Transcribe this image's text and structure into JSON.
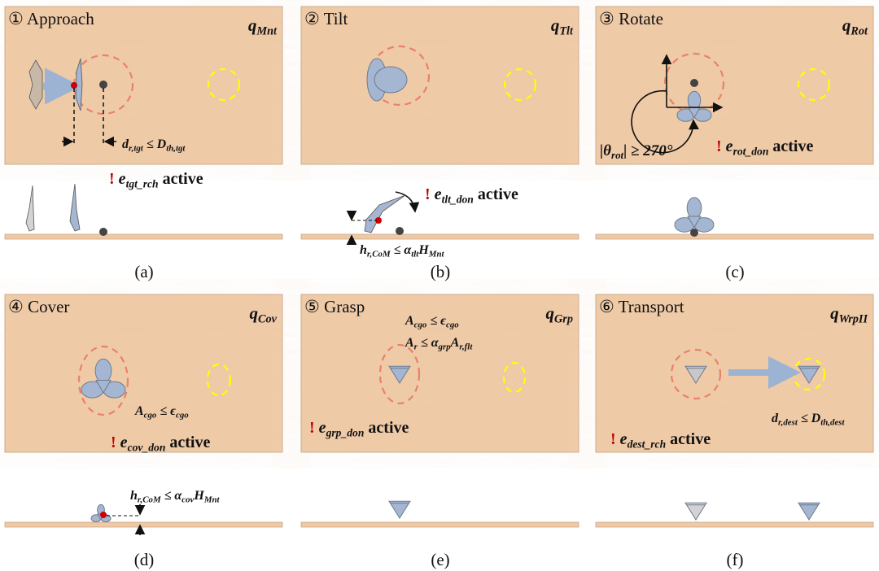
{
  "colors": {
    "wood": "#EFC9A5",
    "robot": "#A4B6D1",
    "robot_prev": "#D3D3D3",
    "target_circle": "#E8826A",
    "dest_circle": "#FFFF00",
    "alert": "#C00000"
  },
  "panels": [
    {
      "caption": "(a)",
      "title": "① Approach",
      "state": [
        [
          "q",
          "n"
        ],
        [
          "Mnt",
          "s"
        ]
      ],
      "conditions": [
        [
          [
            "d",
            "n"
          ],
          [
            "r,tgt",
            "s"
          ],
          [
            " ≤ D",
            "n"
          ],
          [
            "th,tgt",
            "s"
          ]
        ]
      ],
      "event": [
        [
          "! ",
          "b"
        ],
        [
          "e",
          "n"
        ],
        [
          "tgt_rch",
          "s"
        ],
        [
          " active",
          "w"
        ]
      ]
    },
    {
      "caption": "(b)",
      "title": "② Tilt",
      "state": [
        [
          "q",
          "n"
        ],
        [
          "Tlt",
          "s"
        ]
      ],
      "conditions": [
        [
          [
            "h",
            "n"
          ],
          [
            "r,CoM",
            "s"
          ],
          [
            " ≤ α",
            "n"
          ],
          [
            "tlt",
            "s"
          ],
          [
            "H",
            "n"
          ],
          [
            "Mnt",
            "s"
          ]
        ]
      ],
      "event": [
        [
          "! ",
          "b"
        ],
        [
          "e",
          "n"
        ],
        [
          "tlt_don",
          "s"
        ],
        [
          " active",
          "w"
        ]
      ]
    },
    {
      "caption": "(c)",
      "title": "③ Rotate",
      "state": [
        [
          "q",
          "n"
        ],
        [
          "Rot",
          "s"
        ]
      ],
      "conditions": [
        [
          [
            "|θ",
            "n"
          ],
          [
            "rot",
            "s"
          ],
          [
            "| ≥ 270°",
            "n"
          ]
        ]
      ],
      "event": [
        [
          "! ",
          "b"
        ],
        [
          "e",
          "n"
        ],
        [
          "rot_don",
          "s"
        ],
        [
          " active",
          "w"
        ]
      ]
    },
    {
      "caption": "(d)",
      "title": "④ Cover",
      "state": [
        [
          "q",
          "n"
        ],
        [
          "Cov",
          "s"
        ]
      ],
      "conditions": [
        [
          [
            "A",
            "n"
          ],
          [
            "cgo",
            "s"
          ],
          [
            " ≤ ϵ",
            "n"
          ],
          [
            "cgo",
            "s"
          ]
        ],
        [
          [
            "h",
            "n"
          ],
          [
            "r,CoM",
            "s"
          ],
          [
            " ≤ α",
            "n"
          ],
          [
            "cov",
            "s"
          ],
          [
            "H",
            "n"
          ],
          [
            "Mnt",
            "s"
          ]
        ]
      ],
      "event": [
        [
          "! ",
          "b"
        ],
        [
          "e",
          "n"
        ],
        [
          "cov_don",
          "s"
        ],
        [
          " active",
          "w"
        ]
      ]
    },
    {
      "caption": "(e)",
      "title": "⑤ Grasp",
      "state": [
        [
          "q",
          "n"
        ],
        [
          "Grp",
          "s"
        ]
      ],
      "conditions": [
        [
          [
            "A",
            "n"
          ],
          [
            "cgo",
            "s"
          ],
          [
            " ≤ ϵ",
            "n"
          ],
          [
            "cgo",
            "s"
          ]
        ],
        [
          [
            "A",
            "n"
          ],
          [
            "r",
            "s"
          ],
          [
            " ≤ α",
            "n"
          ],
          [
            "grp",
            "s"
          ],
          [
            "A",
            "n"
          ],
          [
            "r,flt",
            "s"
          ]
        ]
      ],
      "event": [
        [
          "! ",
          "b"
        ],
        [
          "e",
          "n"
        ],
        [
          "grp_don",
          "s"
        ],
        [
          " active",
          "w"
        ]
      ]
    },
    {
      "caption": "(f)",
      "title": "⑥ Transport",
      "state": [
        [
          "q",
          "n"
        ],
        [
          "WrpII",
          "s"
        ]
      ],
      "conditions": [
        [
          [
            "d",
            "n"
          ],
          [
            "r,dest",
            "s"
          ],
          [
            " ≤ D",
            "n"
          ],
          [
            "th,dest",
            "s"
          ]
        ]
      ],
      "event": [
        [
          "! ",
          "b"
        ],
        [
          "e",
          "n"
        ],
        [
          "dest_rch",
          "s"
        ],
        [
          " active",
          "w"
        ]
      ]
    }
  ]
}
